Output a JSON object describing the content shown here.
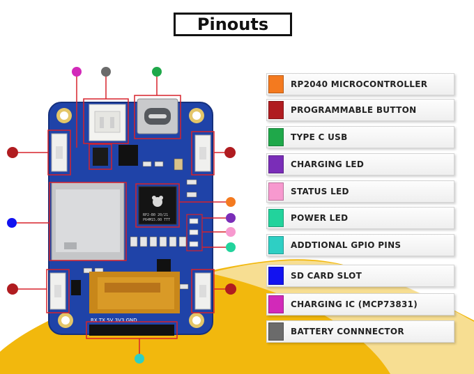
{
  "title": "Pinouts",
  "legend": [
    {
      "label": "RP2040 MICROCONTROLLER",
      "color": "#f47a1f"
    },
    {
      "label": "PROGRAMMABLE BUTTON",
      "color": "#b01c20"
    },
    {
      "label": "TYPE C USB",
      "color": "#1fa84a"
    },
    {
      "label": "CHARGING LED",
      "color": "#7a2db8"
    },
    {
      "label": "STATUS LED",
      "color": "#f799cf"
    },
    {
      "label": "POWER LED",
      "color": "#22d39c"
    },
    {
      "label": "ADDTIONAL GPIO PINS",
      "color": "#2ecfc4"
    },
    {
      "label": "SD CARD SLOT",
      "color": "#1212f0"
    },
    {
      "label": "CHARGING IC (MCP73831)",
      "color": "#d229b9"
    },
    {
      "label": "BATTERY CONNNECTOR",
      "color": "#6b6b6b"
    }
  ],
  "board": {
    "chip_text_line1": "RP2-B0  20/21",
    "chip_text_line2": "P64M15.00 TTT",
    "header_labels": "RX TX 5V 3V3 GND"
  },
  "colors": {
    "board": "#1f43a8",
    "board_edge": "#15307d",
    "wave": "#f2b80d",
    "highlight": "#d7222b"
  }
}
